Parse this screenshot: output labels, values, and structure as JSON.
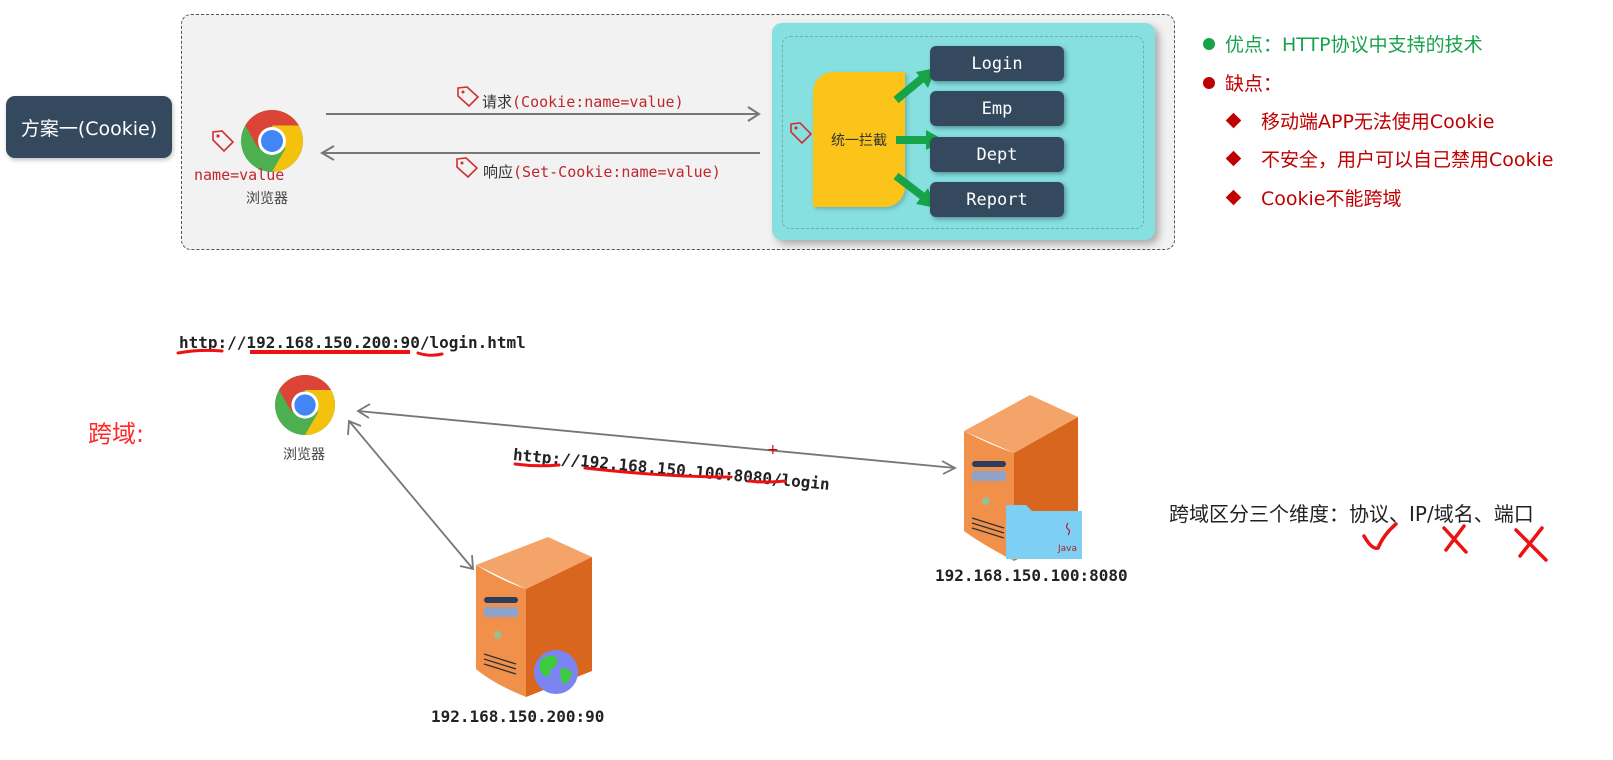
{
  "scheme": {
    "badge_label": "方案一(Cookie)"
  },
  "cookie_flow": {
    "browser_cookie_label": "name=value",
    "browser_label": "浏览器",
    "request_prefix": "请求",
    "request_detail": "(Cookie:name=value)",
    "response_prefix": "响应",
    "response_detail": "(Set-Cookie:name=value)",
    "interceptor_label": "统一拦截",
    "routes": [
      "Login",
      "Emp",
      "Dept",
      "Report"
    ]
  },
  "pros_cons": {
    "pro_label": "优点：HTTP协议中支持的技术",
    "con_label": "缺点：",
    "cons": [
      "移动端APP无法使用Cookie",
      "不安全，用户可以自己禁用Cookie",
      "Cookie不能跨域"
    ],
    "pro_color": "#17a34a",
    "con_color": "#c00000"
  },
  "cross_domain": {
    "title": "跨域:",
    "browser_label": "浏览器",
    "frontend_url": "http://192.168.150.200:90/login.html",
    "backend_url": "http://192.168.150.100:8080/login",
    "frontend_server_label": "192.168.150.200:90",
    "backend_server_label": "192.168.150.100:8080",
    "backend_badge": "Java",
    "dimensions_text": "跨域区分三个维度：协议、IP/域名、端口",
    "dimension_marks": [
      "check",
      "cross",
      "cross"
    ]
  },
  "colors": {
    "badge_bg": "#34495e",
    "panel_cyan": "#86e0e0",
    "interceptor_yellow": "#fcc419",
    "arrow_green": "#16a34a",
    "annotation_red": "#ee1111"
  }
}
